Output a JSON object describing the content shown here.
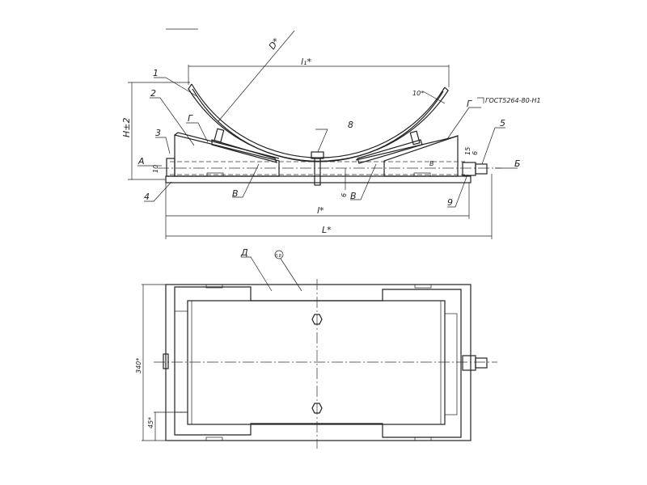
{
  "front_view": {
    "item_labels": {
      "p1": "1",
      "p2": "2",
      "p3": "3",
      "p4": "4",
      "p5": "5",
      "p8": "8",
      "p9": "9"
    },
    "letter_labels": {
      "g_left": "Г",
      "g_right": "Г",
      "v_left": "В",
      "v_right": "В",
      "v_center": "В",
      "a": "А",
      "b": "Б"
    },
    "dimensions": {
      "d": "D*",
      "l1": "l₁*",
      "h": "H±2",
      "thickness": "10*",
      "l": "l*",
      "L": "L*",
      "a_offset": "10",
      "weld_leg": "6",
      "small": "15",
      "gap": "6"
    },
    "weld_note": "ГОСТ5264-80-Н1"
  },
  "top_view": {
    "labels": {
      "d": "Д",
      "roughness": "0.8"
    },
    "dimensions": {
      "width": "340*",
      "offset": "45*"
    }
  }
}
